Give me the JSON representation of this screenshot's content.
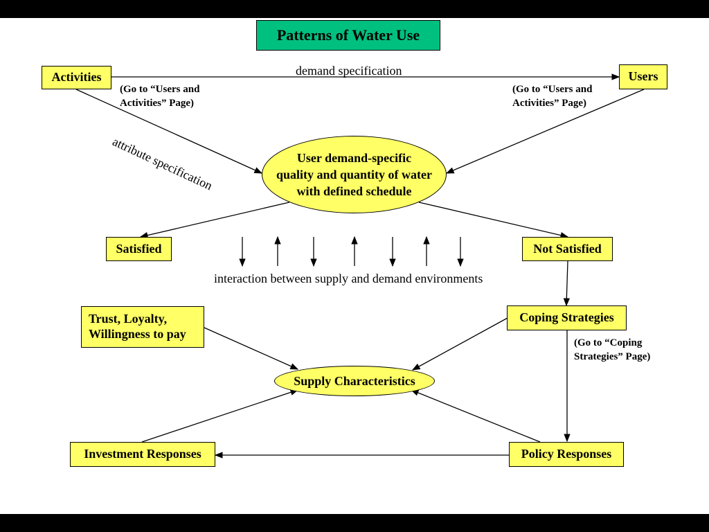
{
  "diagram": {
    "title": "Patterns of Water Use",
    "nodes": {
      "activities": "Activities",
      "users": "Users",
      "central": [
        "User demand-specific",
        "quality and quantity of water",
        "with defined schedule"
      ],
      "satisfied": "Satisfied",
      "not_satisfied": "Not Satisfied",
      "trust": [
        "Trust, Loyalty,",
        "Willingness to pay"
      ],
      "coping": "Coping Strategies",
      "supply": "Supply Characteristics",
      "investment": "Investment Responses",
      "policy": "Policy Responses"
    },
    "notes": {
      "activities_link": [
        "(Go to “Users and",
        "Activities” Page)"
      ],
      "users_link": [
        "(Go to “Users and",
        "Activities” Page)"
      ],
      "coping_link": [
        "(Go to “Coping",
        "Strategies” Page)"
      ]
    },
    "edge_labels": {
      "demand": "demand specification",
      "attribute": "attribute specification",
      "interaction": "interaction between supply and demand environments"
    },
    "colors": {
      "box": "#ffff66",
      "title_bg": "#00c080",
      "frame": "#000000"
    }
  }
}
